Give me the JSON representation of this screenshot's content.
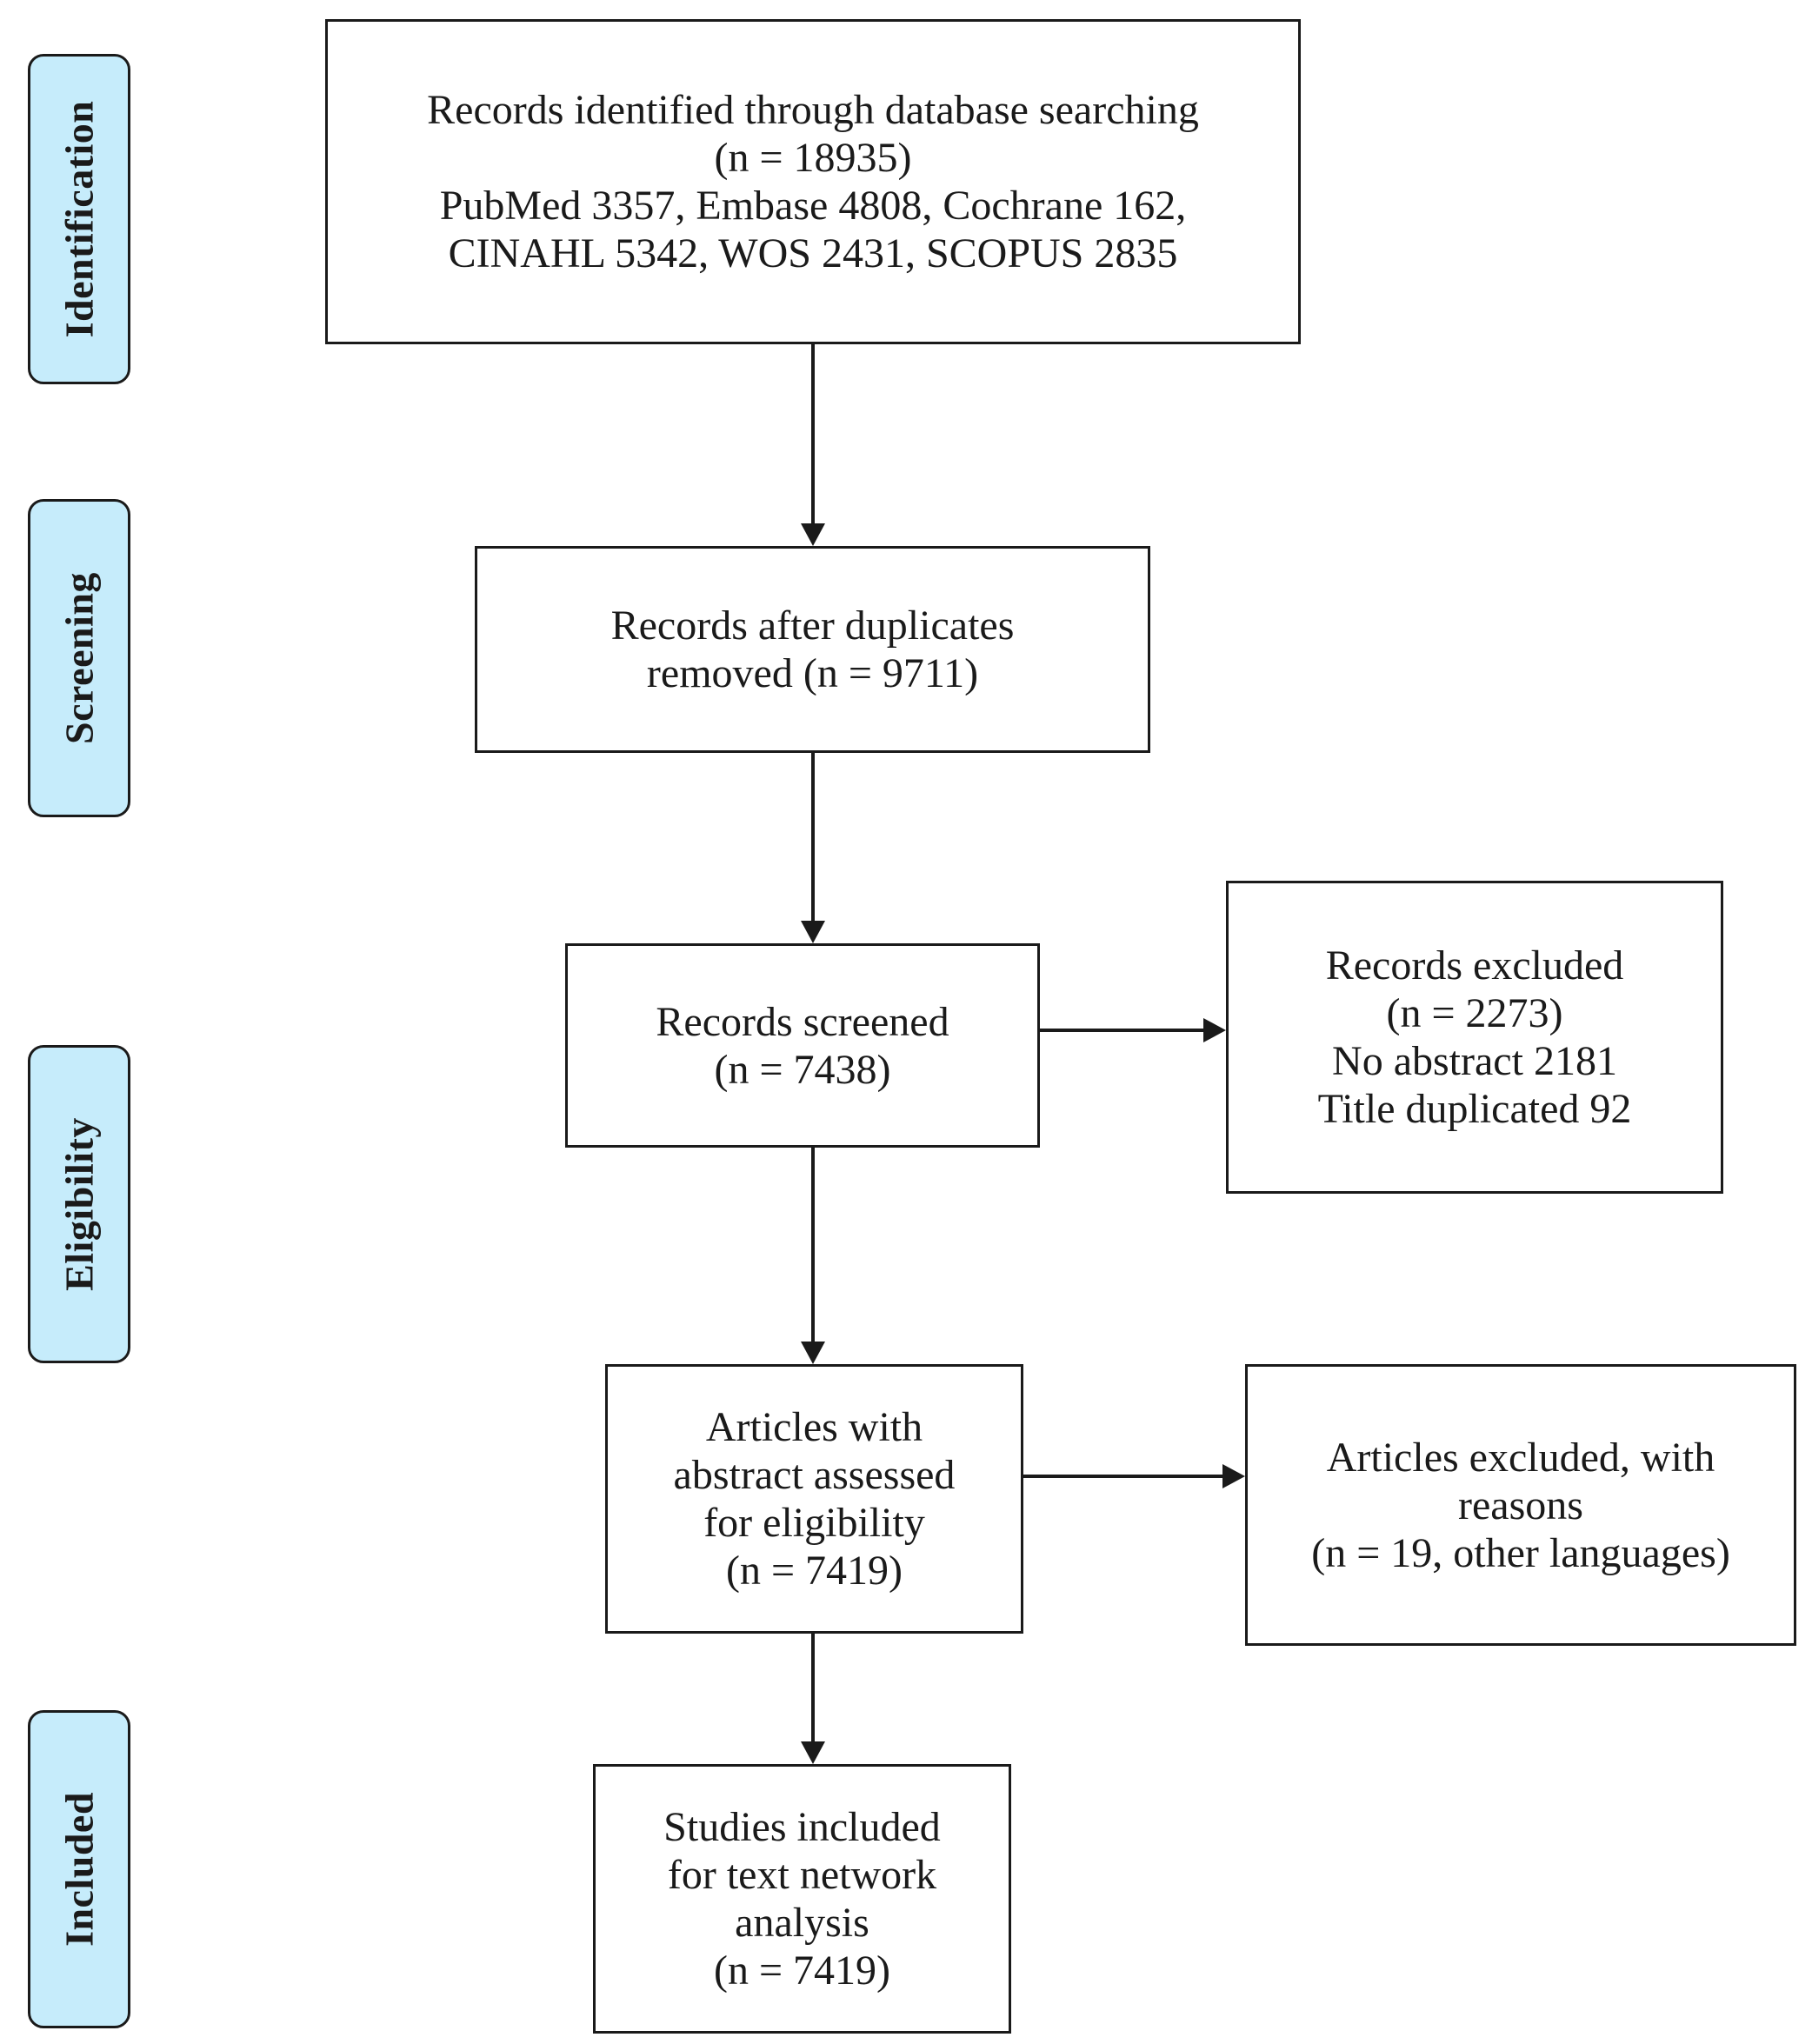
{
  "stages": {
    "identification": "Identification",
    "screening": "Screening",
    "eligibility": "Eligibility",
    "included": "Included"
  },
  "boxes": {
    "identified": {
      "lines": [
        "Records identified through database searching",
        "(n = 18935)",
        "PubMed 3357, Embase 4808, Cochrane 162,",
        "CINAHL 5342, WOS 2431, SCOPUS 2835"
      ]
    },
    "after_duplicates": {
      "lines": [
        "Records after duplicates",
        "removed (n = 9711)"
      ]
    },
    "screened": {
      "lines": [
        "Records screened",
        "(n = 7438)"
      ]
    },
    "records_excluded": {
      "lines": [
        "Records excluded",
        "(n = 2273)",
        "No abstract 2181",
        "Title duplicated 92"
      ]
    },
    "assessed": {
      "lines": [
        "Articles with",
        "abstract assessed",
        "for eligibility",
        "(n = 7419)"
      ]
    },
    "articles_excluded": {
      "lines": [
        "Articles excluded, with",
        "reasons",
        "(n = 19, other languages)"
      ]
    },
    "included": {
      "lines": [
        "Studies included",
        "for text network",
        "analysis",
        "(n = 7419)"
      ]
    }
  }
}
